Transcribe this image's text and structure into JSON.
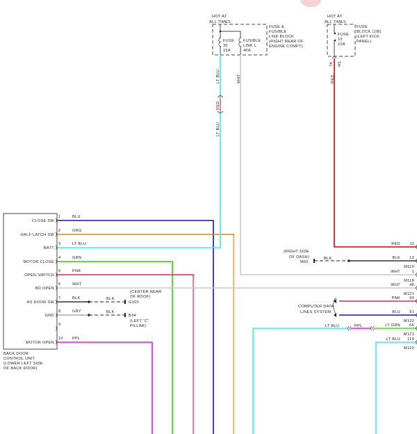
{
  "colors": {
    "blu": "#1010c8",
    "org": "#f08000",
    "org_light": "#ffbb77",
    "lt_blu": "#33f0f0",
    "grn": "#33cc11",
    "pnk": "#ee2255",
    "pnk_light": "#f07f99",
    "wht": "#c8c8c8",
    "blk": "#333333",
    "gry": "#aaaaaa",
    "ppl": "#ee11ee",
    "red": "#dd0000",
    "lt_grn": "#44dd22"
  },
  "fuse_block_1": {
    "hot": "HOT AT",
    "hot2": "ALL TIMES",
    "title": [
      "FUSE &",
      "FUSIBLE",
      "LINK BLOCK",
      "(RIGHT REAR OF",
      "ENGINE COMPT)"
    ],
    "fuse": [
      "FUSE",
      "30",
      "15A"
    ],
    "link": [
      "FUSIBLE",
      "LINK L",
      "40A"
    ]
  },
  "fuse_block_2": {
    "hot": "HOT AT",
    "hot2": "ALL TIMES",
    "title": [
      "FUSE",
      "BLOCK (J/B)",
      "(LEFT KICK",
      "PANEL)"
    ],
    "fuse": [
      "FUSE",
      "10",
      "10A"
    ],
    "pins": [
      "7A",
      "M1"
    ]
  },
  "vertical_wires": {
    "lt_blu_top": "LT BLU",
    "red": "RED",
    "lt_blu_bottom": "LT BLU",
    "wht": "WHT",
    "red_right": "RED"
  },
  "control_unit": {
    "name": [
      "BACK DOOR",
      "CONTROL UNIT",
      "(LOWER LEFT SIDE",
      "OF BACK DOOR)"
    ],
    "pins": [
      {
        "num": "1",
        "label": "CLOSE SW",
        "wire": "BLU"
      },
      {
        "num": "2",
        "label": "HALF LATCH SW",
        "wire": "ORG"
      },
      {
        "num": "3",
        "label": "BATT",
        "wire": "LT BLU"
      },
      {
        "num": "4",
        "label": "MOTOR CLOSE",
        "wire": "GRN"
      },
      {
        "num": "5",
        "label": "OPEN SWITCH",
        "wire": "PNK"
      },
      {
        "num": "6",
        "label": "BD OPEN",
        "wire": "WHT"
      },
      {
        "num": "7",
        "label": "AS DOOR SW",
        "wire": "BLK"
      },
      {
        "num": "8",
        "label": "GND",
        "wire": "GRY"
      },
      {
        "num": "9",
        "label": "",
        "wire": ""
      },
      {
        "num": "10",
        "label": "MOTOR OPEN",
        "wire": "PPL"
      }
    ]
  },
  "grounds": {
    "g7": {
      "wire": "BLK",
      "id": "G103",
      "loc": [
        "(CENTER REAR",
        "OF ROOF)"
      ]
    },
    "g8": {
      "wire": "BLK",
      "id": "B34",
      "loc": [
        "(LEFT \"C\"",
        "PILLAR)"
      ]
    },
    "m65": {
      "wire": "BLK",
      "id": "M65",
      "loc": [
        "(RIGHT SIDE",
        "OF DASH)"
      ]
    }
  },
  "right_connectors": [
    {
      "wire": "RED",
      "num": "11",
      "conn": ""
    },
    {
      "wire": "BLK",
      "num": "13",
      "conn": "M119"
    },
    {
      "wire": "WHT",
      "num": "1",
      "conn": "M118"
    },
    {
      "wire": "WHT",
      "num": "48",
      "conn": "M121"
    },
    {
      "wire": "PNK",
      "num": "90",
      "conn": ""
    },
    {
      "wire": "BLU",
      "num": "91",
      "conn": "M122"
    },
    {
      "wire": "LT GRN",
      "num": "66",
      "conn": "M121"
    },
    {
      "wire": "LT BLU",
      "num": "119",
      "conn": "M123"
    }
  ],
  "computer_data": [
    "COMPUTER DATA",
    "LINES SYSTEM"
  ],
  "inline": {
    "lt_blu": "LT BLU",
    "ppl": "PPL"
  }
}
